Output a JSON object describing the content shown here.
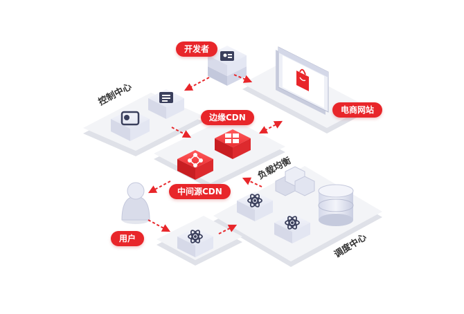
{
  "labels": {
    "developer": "开发者",
    "ecommerce": "电商网站",
    "control_center": "控制中心",
    "edge_cdn": "边缘CDN",
    "load_balance": "负载均衡",
    "origin_cdn": "中间源CDN",
    "user": "用户",
    "dispatch_center": "调度中心"
  },
  "colors": {
    "accent_red": "#e8262a",
    "platform": "#f1f2f5",
    "cube_light": "#e6e8f4",
    "cube_red": "#ef3b3e",
    "icon_dark": "#3a3f5c",
    "arrow": "#e8262a"
  }
}
